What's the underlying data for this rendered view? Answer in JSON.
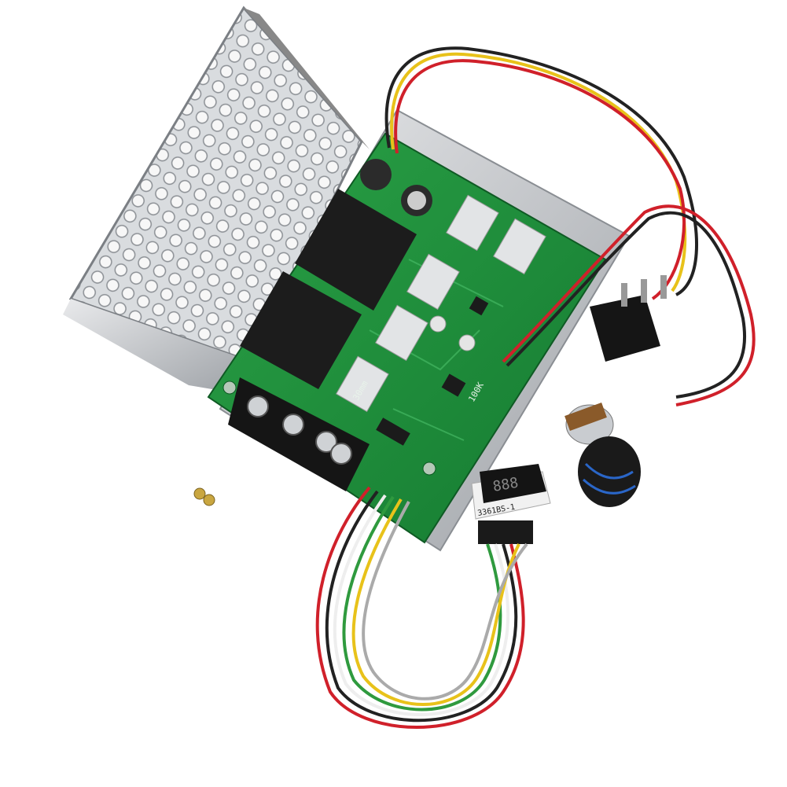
{
  "photo": {
    "subject": "dc-motor-speed-controller-kit",
    "colors": {
      "background": "#ffffff",
      "pcb": "#1f8a3a",
      "metal": "#c9ccd0",
      "relay": "#1c1c1c",
      "wire_red": "#d0202a",
      "wire_yellow": "#e8c21a",
      "wire_black": "#222222",
      "wire_green": "#2f9a3e",
      "wire_white": "#eeeeee",
      "knob_accent": "#2a66c8"
    },
    "labels": {
      "display_part": "3361BS-1",
      "heatsink_mark": "30mm",
      "pot_value": "100K",
      "display_digits": "888"
    }
  }
}
